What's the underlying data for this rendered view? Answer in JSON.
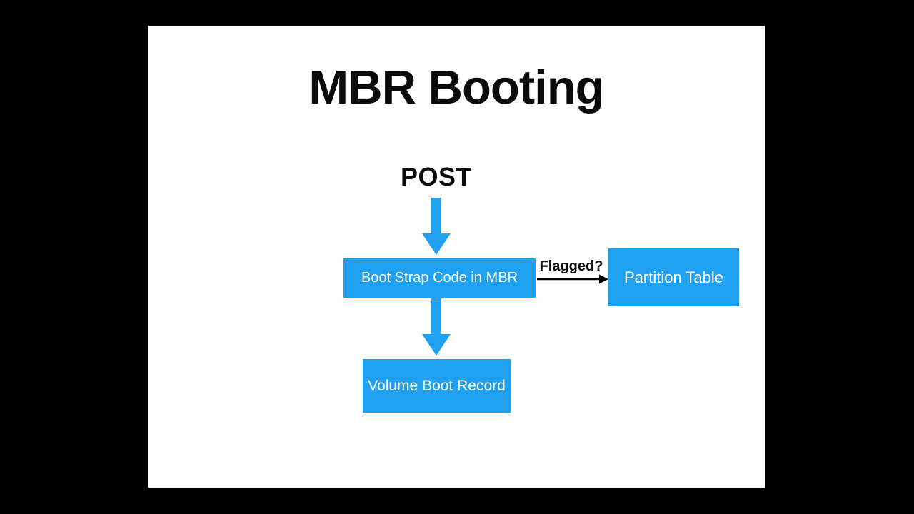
{
  "colors": {
    "accent": "#1FA0F0",
    "slide_bg": "#FFFFFF",
    "canvas_bg": "#000000",
    "heading_text": "#0B0B0B",
    "box_text": "#FFFFFF",
    "connector": "#000000"
  },
  "slide": {
    "title": "MBR Booting",
    "diagram": {
      "nodes": [
        {
          "id": "post",
          "label": "POST",
          "type": "text"
        },
        {
          "id": "bootstrap",
          "label": "Boot Strap Code in MBR",
          "type": "box"
        },
        {
          "id": "partition",
          "label": "Partition Table",
          "type": "box"
        },
        {
          "id": "vbr",
          "label": "Volume Boot Record",
          "type": "box"
        }
      ],
      "edges": [
        {
          "from": "post",
          "to": "bootstrap",
          "label": "",
          "style": "blue-block-arrow"
        },
        {
          "from": "bootstrap",
          "to": "partition",
          "label": "Flagged?",
          "style": "thin-black-arrow"
        },
        {
          "from": "bootstrap",
          "to": "vbr",
          "label": "",
          "style": "blue-block-arrow"
        }
      ]
    }
  }
}
